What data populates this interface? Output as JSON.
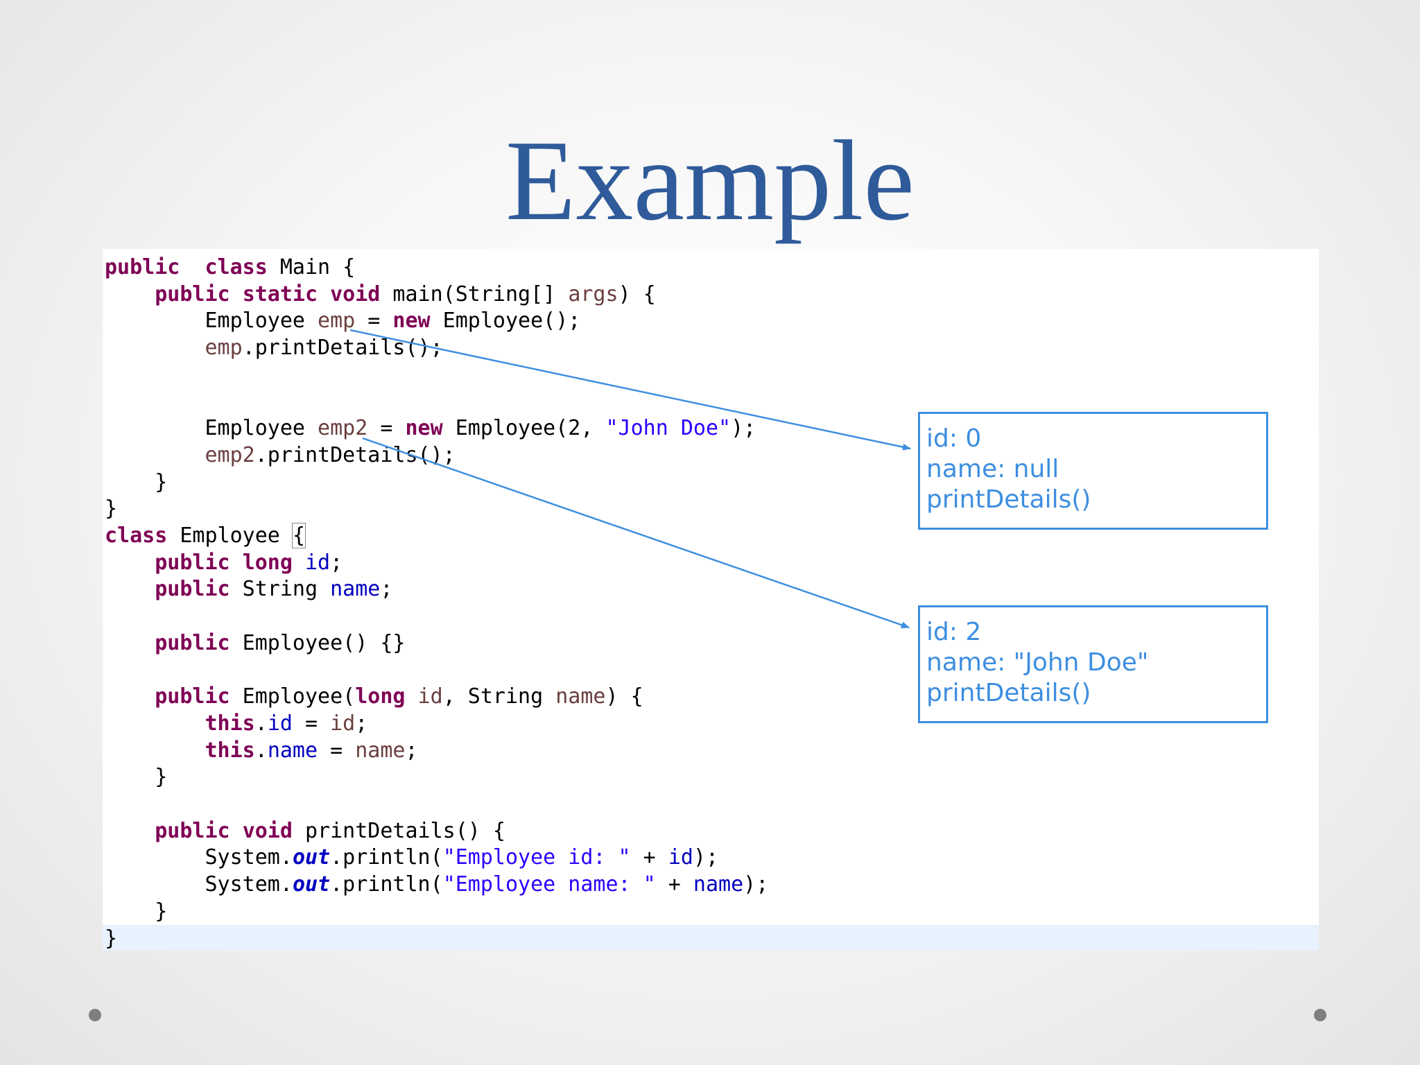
{
  "slide": {
    "title": "Example"
  },
  "code": {
    "lines": [
      [
        [
          "kw",
          "public"
        ],
        [
          "",
          "  "
        ],
        [
          "kw",
          "class"
        ],
        [
          "",
          " Main {"
        ]
      ],
      [
        [
          "",
          "    "
        ],
        [
          "kw",
          "public"
        ],
        [
          "",
          " "
        ],
        [
          "kw",
          "static"
        ],
        [
          "",
          " "
        ],
        [
          "kw",
          "void"
        ],
        [
          "",
          " main(String[] "
        ],
        [
          "loc",
          "args"
        ],
        [
          "",
          ") {"
        ]
      ],
      [
        [
          "",
          "        Employee "
        ],
        [
          "loc",
          "emp"
        ],
        [
          "",
          " = "
        ],
        [
          "kw",
          "new"
        ],
        [
          "",
          " Employee();"
        ]
      ],
      [
        [
          "",
          "        "
        ],
        [
          "loc",
          "emp"
        ],
        [
          "",
          ".printDetails();"
        ]
      ],
      [],
      [],
      [
        [
          "",
          "        Employee "
        ],
        [
          "loc",
          "emp2"
        ],
        [
          "",
          " = "
        ],
        [
          "kw",
          "new"
        ],
        [
          "",
          " Employee(2, "
        ],
        [
          "str",
          "\"John Doe\""
        ],
        [
          "",
          ");"
        ]
      ],
      [
        [
          "",
          "        "
        ],
        [
          "loc",
          "emp2"
        ],
        [
          "",
          ".printDetails();"
        ]
      ],
      [
        [
          "",
          "    }"
        ]
      ],
      [
        [
          "",
          "}"
        ]
      ],
      [
        [
          "kw",
          "class"
        ],
        [
          "",
          " Employee "
        ],
        [
          "bracket-box",
          "{"
        ]
      ],
      [
        [
          "",
          "    "
        ],
        [
          "kw",
          "public"
        ],
        [
          "",
          " "
        ],
        [
          "kw",
          "long"
        ],
        [
          "",
          " "
        ],
        [
          "fld",
          "id"
        ],
        [
          "",
          ";"
        ]
      ],
      [
        [
          "",
          "    "
        ],
        [
          "kw",
          "public"
        ],
        [
          "",
          " String "
        ],
        [
          "fld",
          "name"
        ],
        [
          "",
          ";"
        ]
      ],
      [],
      [
        [
          "",
          "    "
        ],
        [
          "kw",
          "public"
        ],
        [
          "",
          " Employee() {}"
        ]
      ],
      [],
      [
        [
          "",
          "    "
        ],
        [
          "kw",
          "public"
        ],
        [
          "",
          " Employee("
        ],
        [
          "kw",
          "long"
        ],
        [
          "",
          " "
        ],
        [
          "loc",
          "id"
        ],
        [
          "",
          ", String "
        ],
        [
          "loc",
          "name"
        ],
        [
          "",
          ") {"
        ]
      ],
      [
        [
          "",
          "        "
        ],
        [
          "kw",
          "this"
        ],
        [
          "",
          "."
        ],
        [
          "fld",
          "id"
        ],
        [
          "",
          " = "
        ],
        [
          "loc",
          "id"
        ],
        [
          "",
          ";"
        ]
      ],
      [
        [
          "",
          "        "
        ],
        [
          "kw",
          "this"
        ],
        [
          "",
          "."
        ],
        [
          "fld",
          "name"
        ],
        [
          "",
          " = "
        ],
        [
          "loc",
          "name"
        ],
        [
          "",
          ";"
        ]
      ],
      [
        [
          "",
          "    }"
        ]
      ],
      [],
      [
        [
          "",
          "    "
        ],
        [
          "kw",
          "public"
        ],
        [
          "",
          " "
        ],
        [
          "kw",
          "void"
        ],
        [
          "",
          " printDetails() {"
        ]
      ],
      [
        [
          "",
          "        System."
        ],
        [
          "sfld",
          "out"
        ],
        [
          "",
          ".println("
        ],
        [
          "str",
          "\"Employee id: \""
        ],
        [
          "",
          " + "
        ],
        [
          "fld",
          "id"
        ],
        [
          "",
          ");"
        ]
      ],
      [
        [
          "",
          "        System."
        ],
        [
          "sfld",
          "out"
        ],
        [
          "",
          ".println("
        ],
        [
          "str",
          "\"Employee name: \""
        ],
        [
          "",
          " + "
        ],
        [
          "fld",
          "name"
        ],
        [
          "",
          ");"
        ]
      ],
      [
        [
          "",
          "    }"
        ]
      ],
      [
        [
          "",
          "}"
        ]
      ]
    ]
  },
  "objects": [
    {
      "id_line": "id: 0",
      "name_line": "name: null",
      "method_line": "printDetails()"
    },
    {
      "id_line": "id: 2",
      "name_line": "name: \"John Doe\"",
      "method_line": "printDetails()"
    }
  ],
  "colors": {
    "title": "#2f5b9a",
    "accent": "#3d8ee0",
    "keyword": "#7f0055",
    "field": "#0000c0",
    "local": "#6a3e3e",
    "string": "#2a00ff"
  }
}
